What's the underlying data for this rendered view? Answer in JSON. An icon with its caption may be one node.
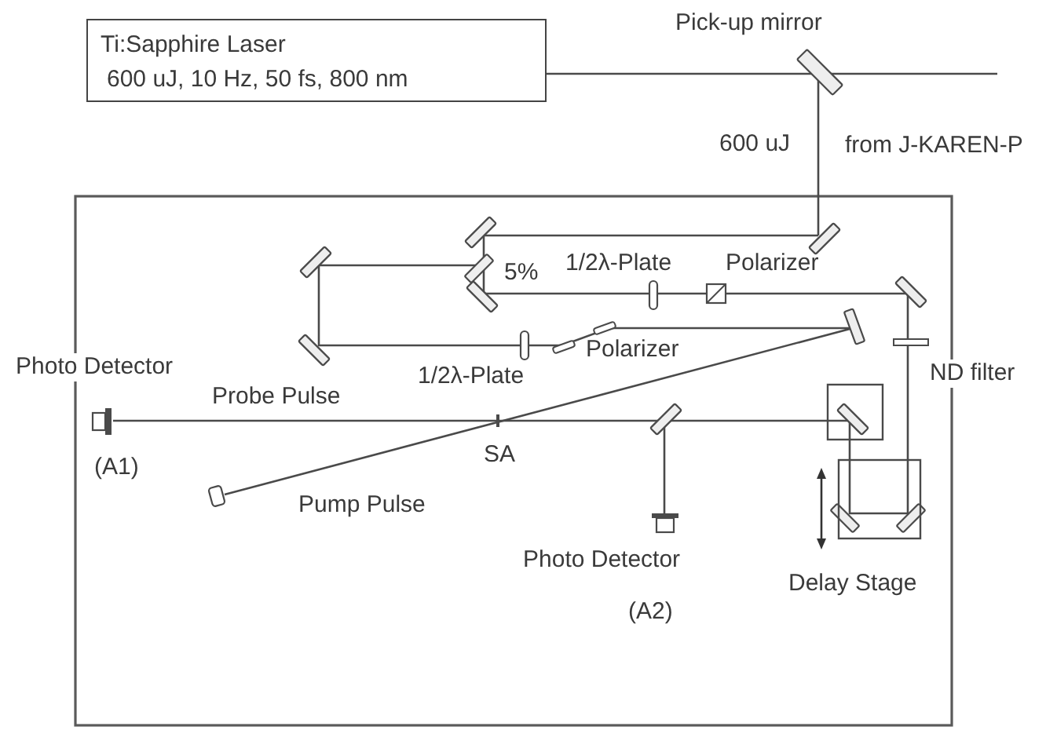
{
  "diagram": {
    "nodes": [
      {
        "text": [
          "Ti:Sapphire Laser",
          "600 uJ, 10 Hz, 50 fs, 800 nm"
        ]
      }
    ],
    "labels": [
      "Pick-up mirror",
      "600 uJ",
      "from J-KAREN-P",
      "5%",
      "1/2λ-Plate",
      "Polarizer",
      "Polarizer",
      "Photo Detector",
      "1/2λ-Plate",
      "ND filter",
      "Probe Pulse",
      "(A1)",
      "SA",
      "Pump Pulse",
      "Photo Detector",
      "Delay Stage",
      "(A2)"
    ]
  }
}
